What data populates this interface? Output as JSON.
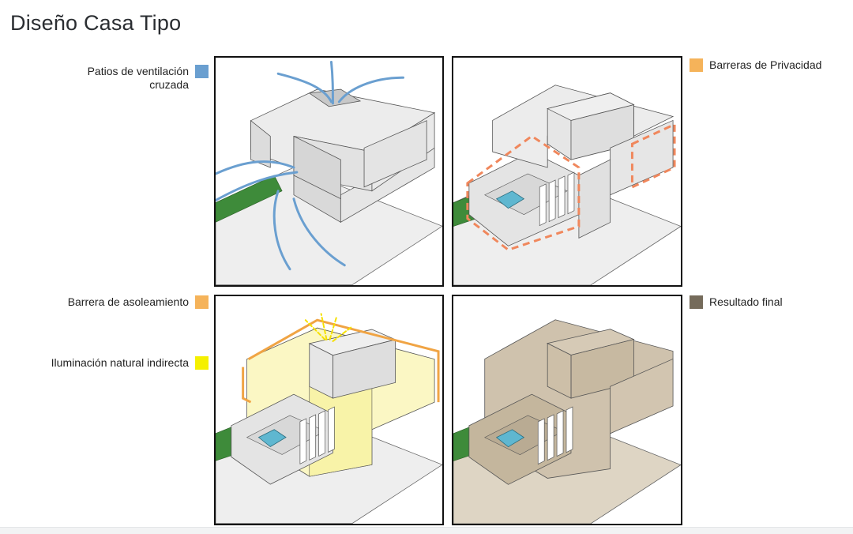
{
  "title": "Diseño Casa Tipo",
  "legend": {
    "ventilation": {
      "label_line1": "Patios de ventilación",
      "label_line2": "cruzada",
      "color": "#6a9fd0"
    },
    "privacy": {
      "label": "Barreras de Privacidad",
      "color": "#f5b35a"
    },
    "sun_barrier": {
      "label": "Barrera de asoleamiento",
      "color": "#f5b35a"
    },
    "indirect_light": {
      "label": "Iluminación natural indirecta",
      "color": "#f5f000"
    },
    "final": {
      "label": "Resultado final",
      "color": "#756b5b"
    }
  },
  "colors": {
    "wall": "#e6e6e6",
    "wall_dark": "#d4d4d4",
    "roof": "#ececec",
    "grass": "#3e8b3a",
    "pool": "#5fb7d0",
    "beige": "#cfc2ad",
    "beige_dark": "#b9ab93",
    "yellow_glow": "#fbf7c4"
  }
}
